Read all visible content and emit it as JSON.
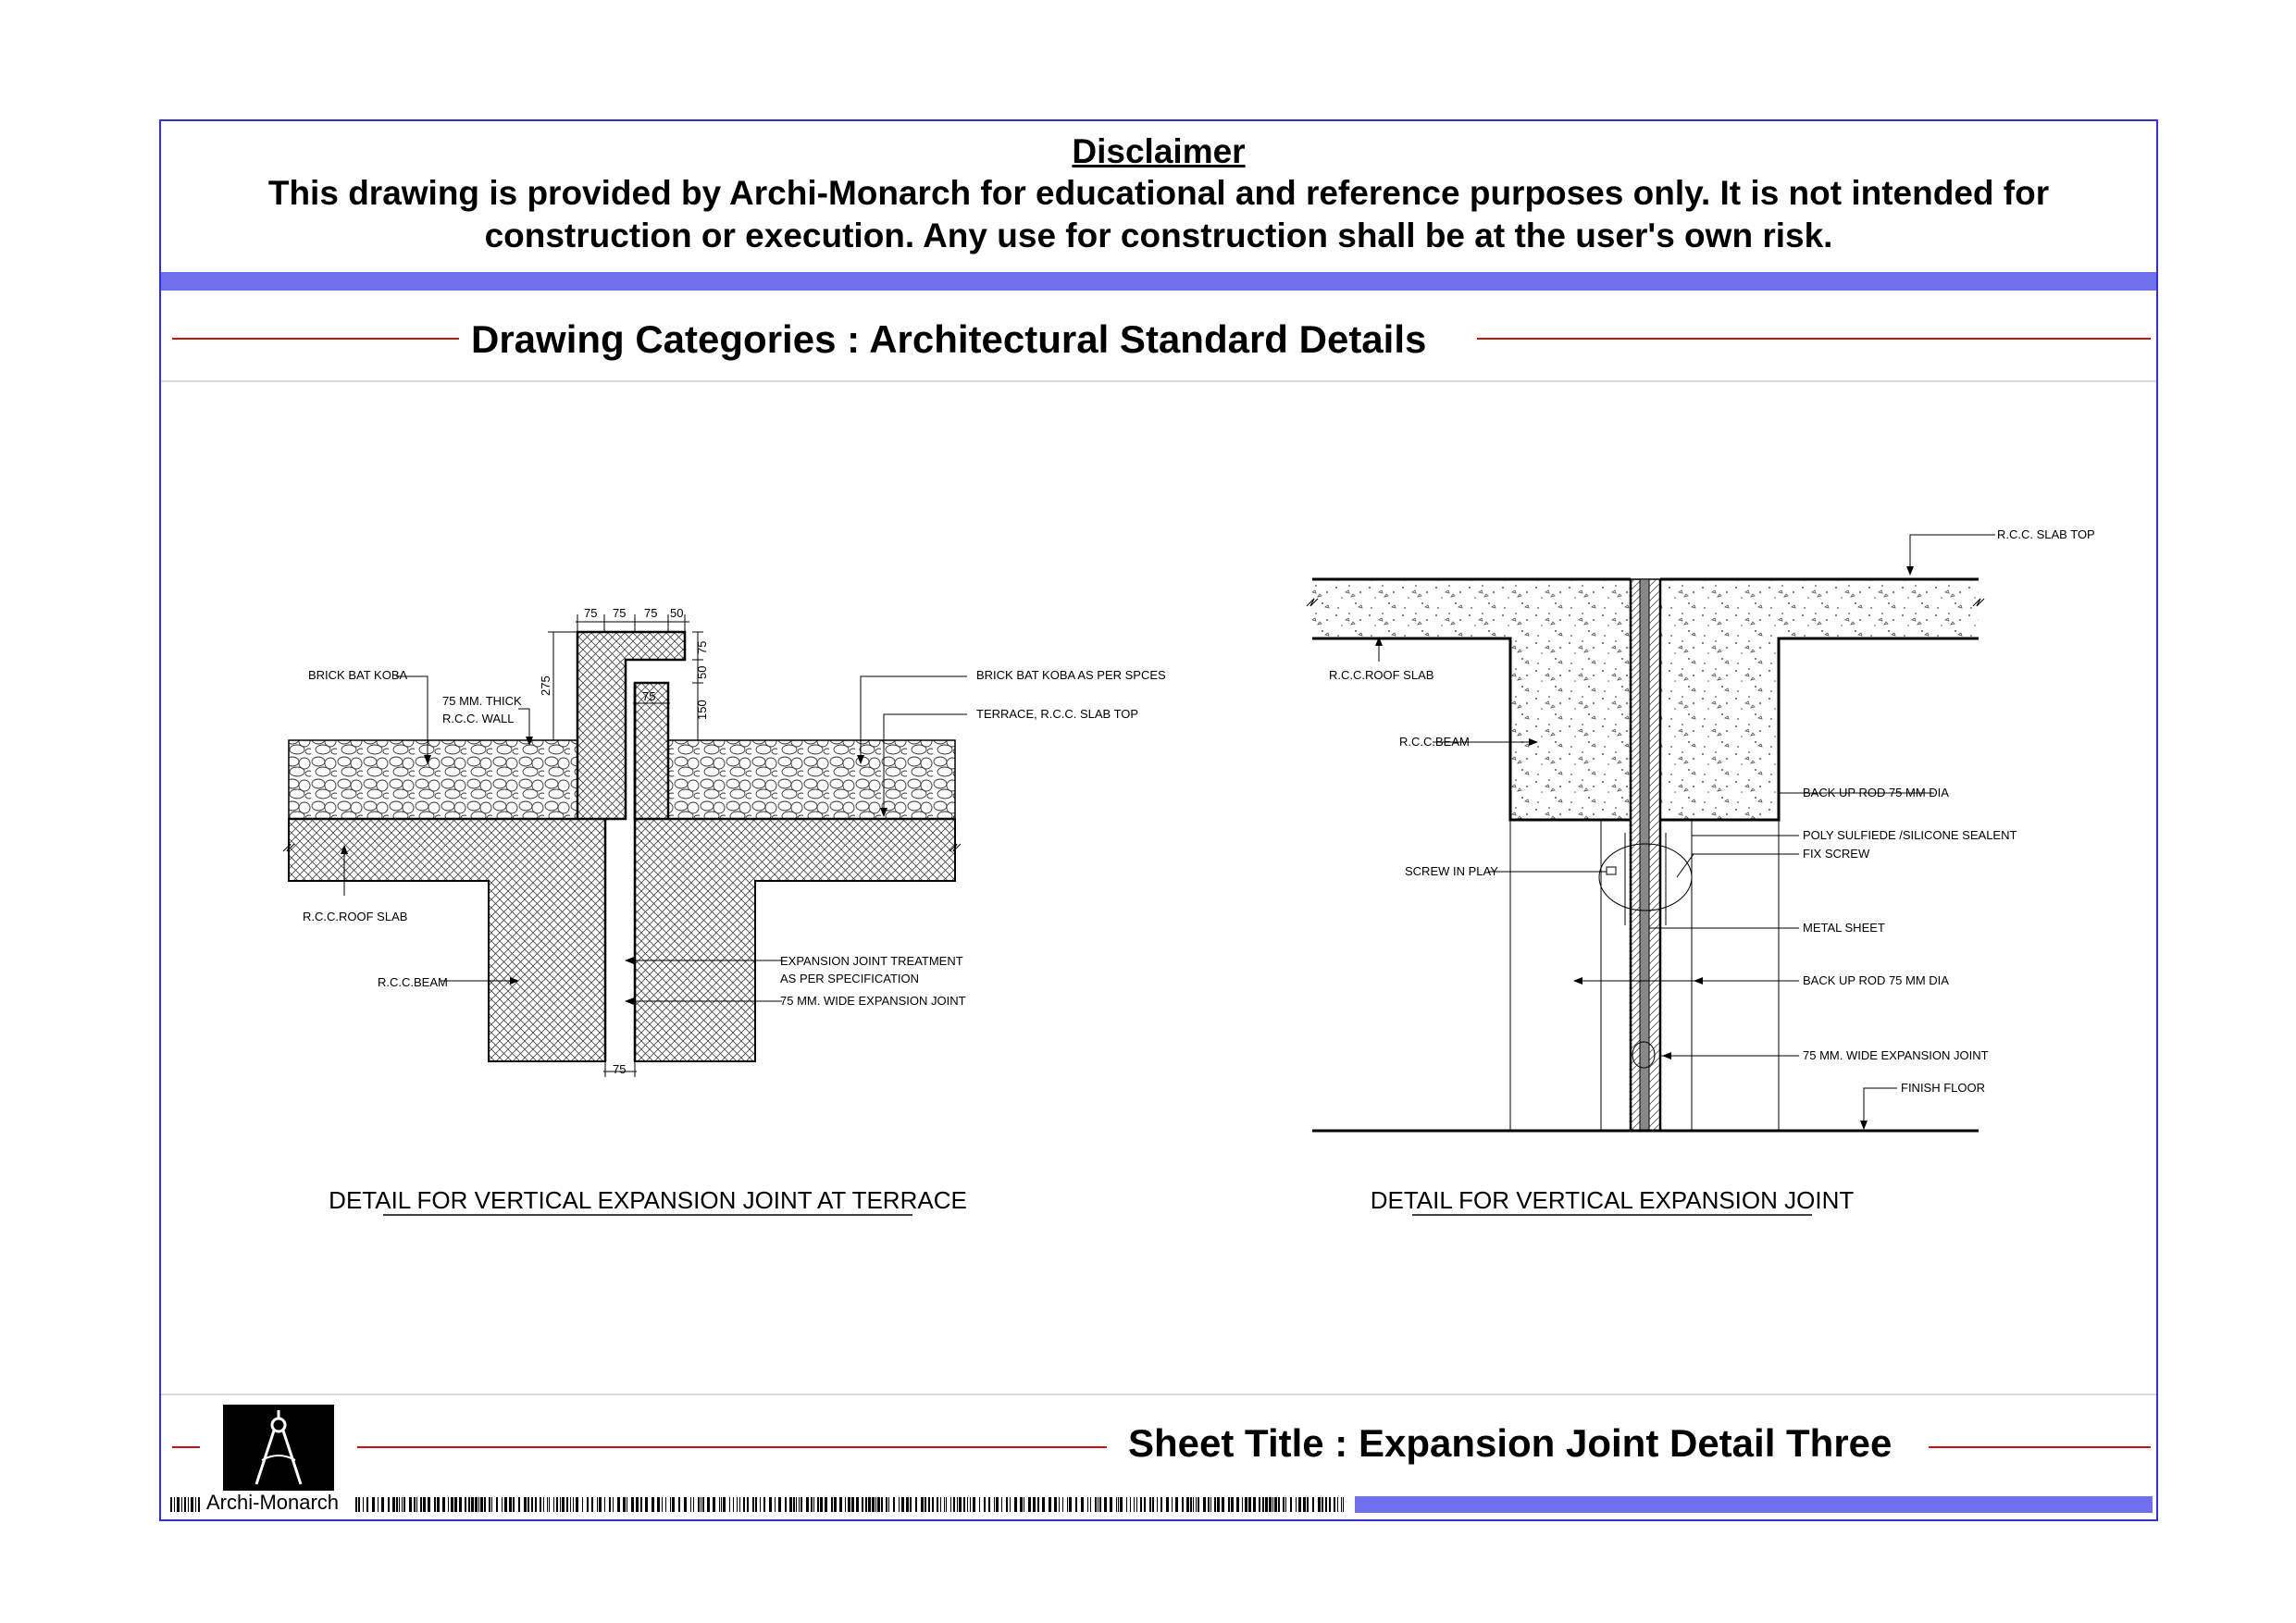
{
  "disclaimer": {
    "title": "Disclaimer",
    "text": "This drawing is provided by Archi-Monarch for educational and reference purposes only. It is not intended for construction or execution. Any use for construction shall be at the user's own risk."
  },
  "category_title": "Drawing Categories : Architectural Standard Details",
  "sheet_title": "Sheet Title : Expansion Joint Detail Three",
  "brand": "Archi-Monarch",
  "colors": {
    "border": "#3333cc",
    "band": "#7070ee",
    "rule": "#cc1111"
  },
  "left_detail": {
    "caption": "DETAIL FOR VERTICAL EXPANSION JOINT AT TERRACE",
    "labels": {
      "brick_bat_koba": "BRICK BAT KOBA",
      "rcc_wall_1": "75 MM. THICK",
      "rcc_wall_2": "R.C.C. WALL",
      "koba_spec": "BRICK BAT KOBA AS PER SPCES",
      "terrace_slab": "TERRACE,  R.C.C. SLAB TOP",
      "roof_slab": "R.C.C.ROOF SLAB",
      "beam": "R.C.C.BEAM",
      "ej_treatment_1": "EXPANSION JOINT TREATMENT",
      "ej_treatment_2": "AS PER SPECIFICATION",
      "ej_wide": "75 MM. WIDE EXPANSION JOINT"
    },
    "dims": {
      "top_1": "75",
      "top_2": "75",
      "top_3": "75",
      "top_4": "50",
      "right_1": "75",
      "right_2": "50",
      "right_3": "150",
      "wall_h": "275",
      "inner": "75",
      "bottom": "75"
    }
  },
  "right_detail": {
    "caption": "DETAIL FOR VERTICAL EXPANSION JOINT",
    "labels": {
      "slab_top": "R.C.C. SLAB TOP",
      "roof_slab": "R.C.C.ROOF SLAB",
      "beam": "R.C.C.BEAM",
      "backup_rod_1": "BACK UP ROD 75 MM DIA",
      "sealant": "POLY SULFIEDE /SILICONE SEALENT",
      "fix_screw": "FIX SCREW",
      "screw_in_play": "SCREW IN PLAY",
      "metal_sheet": "METAL SHEET",
      "backup_rod_2": "BACK UP ROD 75 MM DIA",
      "ej_wide": "75 MM. WIDE EXPANSION JOINT",
      "finish_floor": "FINISH FLOOR"
    }
  }
}
